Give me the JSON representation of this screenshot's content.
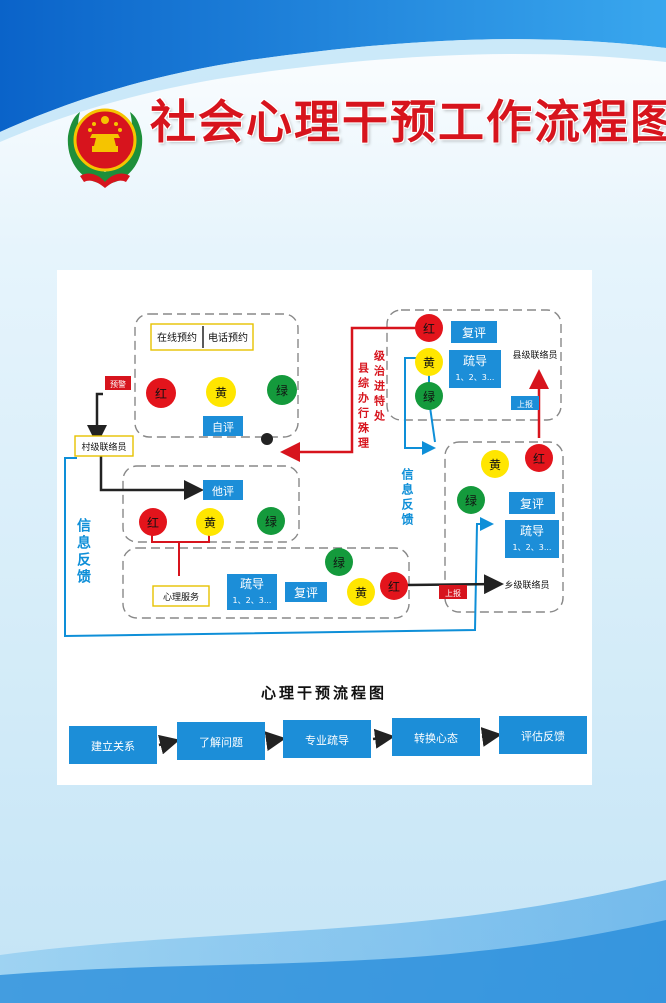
{
  "title": "社会心理干预工作流程图",
  "colors": {
    "red": "#e3141c",
    "yellow": "#ffe600",
    "green": "#149a3c",
    "blue": "#0e8fd8",
    "arrow_red": "#d7141d",
    "title_red": "#d7141d"
  },
  "emblem": {
    "icon": "national-emblem-icon"
  },
  "diagram": {
    "booking": {
      "online": "在线预约",
      "phone": "电话预约"
    },
    "village": {
      "warning": "预警",
      "liaison": "村级联络员",
      "self_eval": "自评",
      "other_eval": "他评",
      "service": "心理服务"
    },
    "lights": {
      "red": "红",
      "yellow": "黄",
      "green": "绿"
    },
    "county": {
      "review": "复评",
      "guide": "疏导",
      "guide_steps": "1、2、3...",
      "liaison": "县级联络员",
      "report": "上报",
      "vertical_a": "县综办行殊理",
      "vertical_b": "级治进特处"
    },
    "township": {
      "review": "复评",
      "guide": "疏导",
      "guide_steps": "1、2、3...",
      "liaison": "乡级联络员",
      "report": "上报"
    },
    "feedback": {
      "left": "信息反馈",
      "mid": "信息反馈"
    }
  },
  "process": {
    "title": "心理干预流程图",
    "steps": [
      "建立关系",
      "了解问题",
      "专业疏导",
      "转换心态",
      "评估反馈"
    ]
  }
}
